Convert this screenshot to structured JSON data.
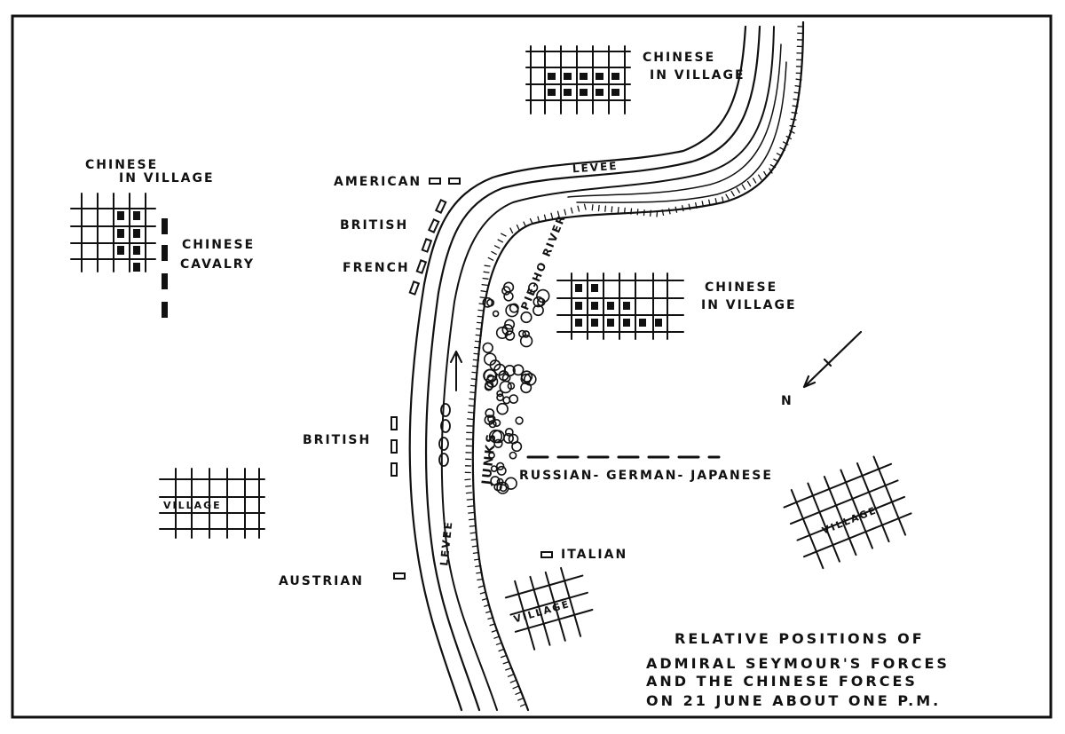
{
  "colors": {
    "ink": "#111111",
    "paper": "#ffffff"
  },
  "map": {
    "chinese_village_north": [
      "CHINESE",
      "IN VILLAGE"
    ],
    "chinese_village_west": [
      "CHINESE",
      "IN VILLAGE"
    ],
    "chinese_cavalry": [
      "CHINESE",
      "CAVALRY"
    ],
    "chinese_village_center": [
      "CHINESE",
      "IN VILLAGE"
    ],
    "american": "AMERICAN",
    "british_north": "BRITISH",
    "french": "FRENCH",
    "british_south": "BRITISH",
    "austrian": "AUSTRIAN",
    "italian": "ITALIAN",
    "russian_german_japanese": "RUSSIAN- GERMAN- JAPANESE",
    "levee_north": "LEVEE",
    "levee_south": "LEVEE",
    "river": "PIE-HO  RIVER",
    "junks": "JUNKS",
    "north_arrow": "N",
    "village_west": "VILLAGE",
    "village_south": "VILLAGE",
    "village_east": "VILLAGE",
    "caption": [
      "RELATIVE POSITIONS OF",
      "ADMIRAL SEYMOUR'S FORCES",
      "AND THE CHINESE FORCES",
      "ON 21 JUNE ABOUT ONE P.M."
    ]
  }
}
